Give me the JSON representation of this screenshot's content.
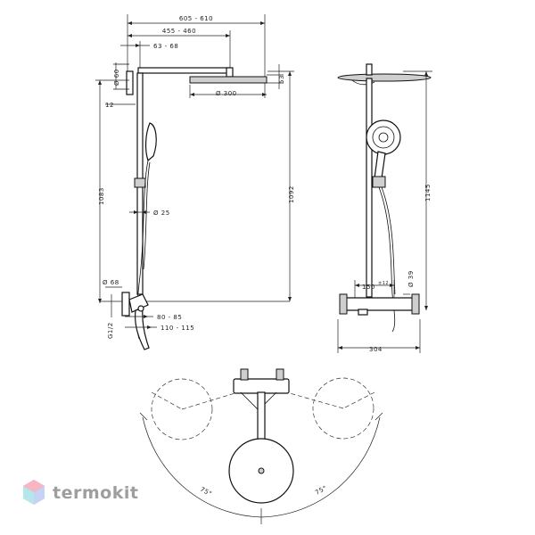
{
  "dimensions": {
    "total_arm_width": "605 - 610",
    "arm_length": "455 - 460",
    "wall_offset": "63 - 68",
    "head_height": "53",
    "head_diameter": "Ø 300",
    "wall_holder_diameter": "Ø 60",
    "wall_holder_gap": "12",
    "overall_height_left": "1083",
    "overall_height_right": "1092",
    "rail_diameter": "Ø 25",
    "mixer_rosette_diameter": "Ø 68",
    "connection_thread": "G1/2",
    "mixer_depth": "80 - 85",
    "mixer_projection": "110 - 115",
    "front_height": "1145",
    "centers": "150",
    "centers_tolerance": "±12",
    "mixer_body_diameter": "Ø 39",
    "mixer_width": "304",
    "swivel_angle_left": "75°",
    "swivel_angle_right": "75°"
  },
  "logo": {
    "text": "termokit",
    "color": "#9e9e9e",
    "accent_colors": [
      "#f08a9c",
      "#b7c3f0",
      "#a9e0e8"
    ]
  }
}
